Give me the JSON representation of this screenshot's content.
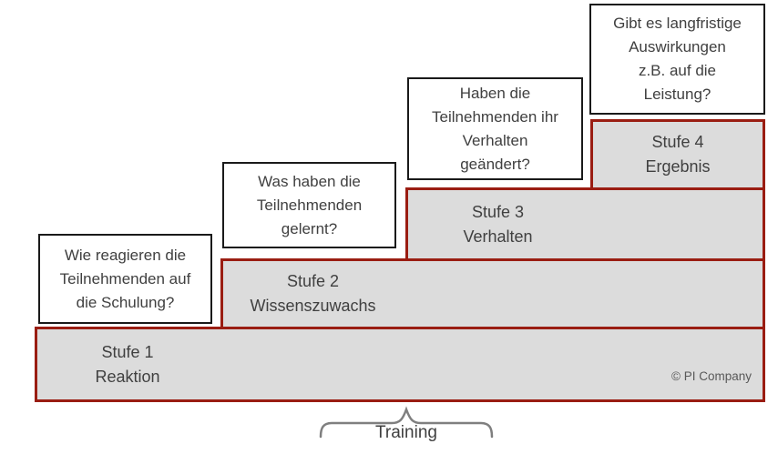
{
  "steps": [
    {
      "name": "Stufe 1",
      "label": "Reaktion",
      "question": "Wie reagieren die\nTeilnehmenden auf\ndie Schulung?"
    },
    {
      "name": "Stufe 2",
      "label": "Wissenszuwachs",
      "question": "Was haben die\nTeilnehmenden\ngelernt?"
    },
    {
      "name": "Stufe 3",
      "label": "Verhalten",
      "question": "Haben die\nTeilnehmenden ihr\nVerhalten\ngeändert?"
    },
    {
      "name": "Stufe 4",
      "label": "Ergebnis",
      "question": "Gibt es langfristige\nAuswirkungen\nz.B. auf die\nLeistung?"
    }
  ],
  "footer": {
    "copyright": "© PI Company",
    "brace_label": "Training"
  },
  "colors": {
    "step_fill": "#dcdcdc",
    "step_border": "#9a1d12",
    "question_box_border": "#1a1a1a",
    "text": "#404040",
    "brace": "#7f7f7f"
  }
}
